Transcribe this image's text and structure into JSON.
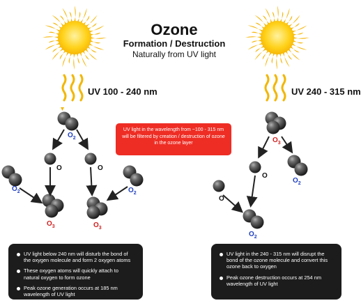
{
  "title": "Ozone",
  "subtitle": "Formation / Destruction",
  "subtitle2": "Naturally from UV light",
  "uv_left": "UV 100 - 240 nm",
  "uv_right": "UV 240 - 315 nm",
  "red_note": {
    "lines": [
      "UV light in the wavelength from ~100 - 315 nm",
      "will be filtered by creation / destruction of ozone",
      "in the ozone layer"
    ]
  },
  "labels": {
    "o2_main": "O",
    "o2_sub": "2",
    "o3_main": "O",
    "o3_sub": "3",
    "o_atom": "O"
  },
  "left_notes": [
    [
      "UV light below 240 nm will disturb the bond of",
      "the oxygen molecule and form 2 oxygen atoms"
    ],
    [
      "These oxygen atoms will quickly attach to",
      "natural oxygen to form ozone"
    ],
    [
      "Peak ozone generation occurs at 185 nm",
      "wavelength of UV light"
    ]
  ],
  "right_notes": [
    [
      "UV light in the 240 - 315 nm will disrupt the",
      "bond of the ozone molecule and convert this",
      "ozone back to oxygen"
    ],
    [
      "Peak ozone destruction occurs at 254 nm",
      "wavelength of UV light"
    ]
  ],
  "colors": {
    "sun_core": "#ffd21a",
    "sun_ray": "#f5b400",
    "uv_wave": "#f2b705",
    "molecule": "#444444",
    "arrow": "#222222",
    "red_box": "#ee2d24",
    "dark_box": "#1c1c1c",
    "o2_label": "#1f3fbf",
    "o3_label": "#d21f1f"
  },
  "icons": [
    "sun-icon",
    "uv-wave-icon",
    "molecule-icon",
    "arrow-icon"
  ]
}
